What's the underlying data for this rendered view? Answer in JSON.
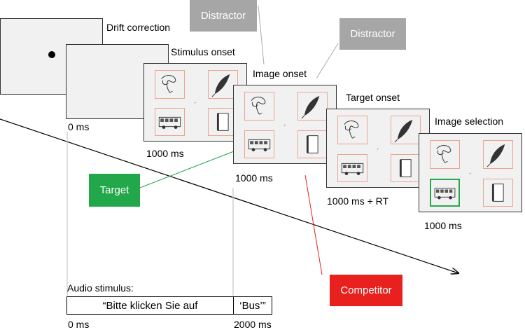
{
  "stages": [
    {
      "label": "Drift correction"
    },
    {
      "label": "Stimulus onset"
    },
    {
      "label": "Image onset"
    },
    {
      "label": "Target onset"
    },
    {
      "label": "Image selection"
    }
  ],
  "durations": {
    "t0": "0 ms",
    "s1": "1000 ms",
    "s2": "1000 ms",
    "s3": "1000 ms + RT",
    "s4": "1000 ms"
  },
  "callouts": {
    "distractor_1": "Distractor",
    "distractor_2": "Distractor",
    "target": "Target",
    "competitor": "Competitor"
  },
  "audio": {
    "title": "Audio stimulus:",
    "segment_1": "“Bitte klicken Sie auf",
    "segment_2": "‘Bus’”",
    "start": "0 ms",
    "end": "2000 ms"
  },
  "colors": {
    "distractor": "#a6a6a6",
    "target": "#22a84a",
    "competitor": "#e8201e",
    "cell_border": "#e9a58f"
  },
  "icons": [
    "hairdryer-icon",
    "feather-icon",
    "bus-icon",
    "book-icon"
  ]
}
